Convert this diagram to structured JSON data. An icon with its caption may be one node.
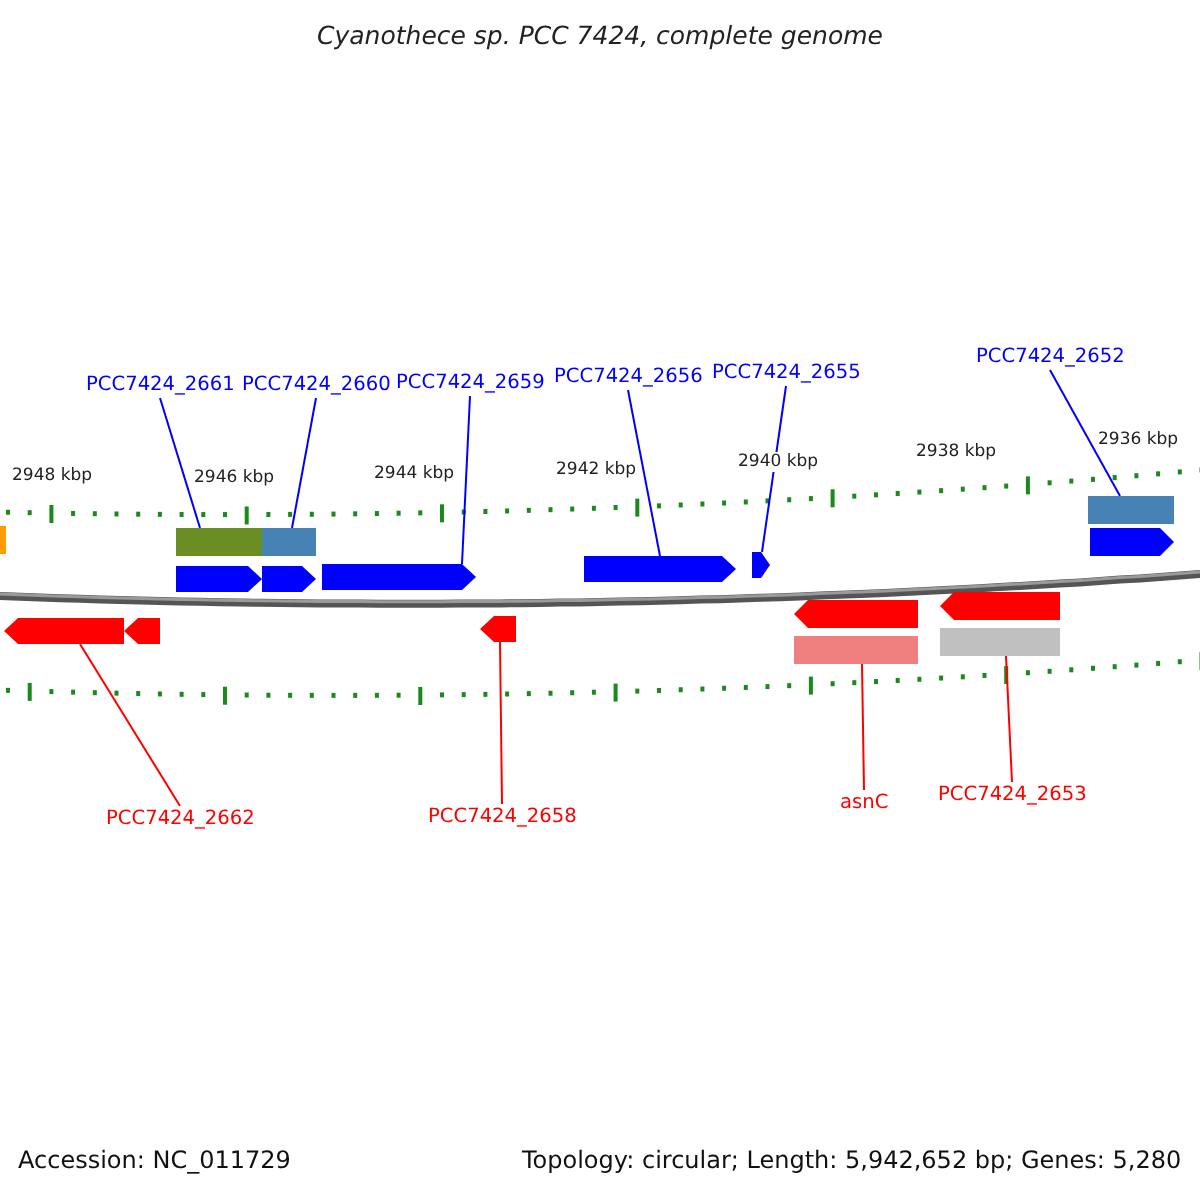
{
  "diagram": {
    "title": "Cyanothece sp. PCC 7424, complete genome",
    "nodes": [
      {
        "text": [
          "PCC7424_2661"
        ]
      },
      {
        "text": [
          "PCC7424_2660"
        ]
      },
      {
        "text": [
          "PCC7424_2659"
        ]
      },
      {
        "text": [
          "PCC7424_2656"
        ]
      },
      {
        "text": [
          "PCC7424_2655"
        ]
      },
      {
        "text": [
          "PCC7424_2652"
        ]
      },
      {
        "text": [],
        "shape": "bar"
      },
      {
        "text": [],
        "shape": "bar"
      },
      {
        "text": [],
        "shape": "bar"
      },
      {
        "text": [],
        "shape": "bar"
      },
      {
        "text": [],
        "shape": "arrow"
      },
      {
        "text": [],
        "shape": "arrow"
      },
      {
        "text": [],
        "shape": "arrow"
      },
      {
        "text": [],
        "shape": "arrow"
      },
      {
        "text": [],
        "shape": "arrow"
      },
      {
        "text": [],
        "shape": "arrow"
      },
      {
        "text": [],
        "shape": "arrow"
      },
      {
        "text": [],
        "shape": "arrow"
      },
      {
        "text": [],
        "shape": "arrow"
      },
      {
        "text": [],
        "shape": "arrow"
      },
      {
        "text": [],
        "shape": "arrow"
      },
      {
        "text": [],
        "shape": "bar"
      },
      {
        "text": [],
        "shape": "bar"
      },
      {
        "text": [
          "PCC7424_2662"
        ]
      },
      {
        "text": [
          "PCC7424_2658"
        ]
      },
      {
        "text": [
          "asnC"
        ]
      },
      {
        "text": [
          "PCC7424_2653"
        ]
      }
    ],
    "edges": [
      {
        "from": 0,
        "to": 7,
        "arrow": "none"
      },
      {
        "from": 1,
        "to": 8,
        "arrow": "none"
      },
      {
        "from": 2,
        "to": 12,
        "arrow": "none"
      },
      {
        "from": 3,
        "to": 13,
        "arrow": "none"
      },
      {
        "from": 4,
        "to": 14,
        "arrow": "none"
      },
      {
        "from": 5,
        "to": 9,
        "arrow": "none"
      },
      {
        "from": 23,
        "to": 16,
        "arrow": "none",
        "color": "#ff0000"
      },
      {
        "from": 24,
        "to": 18,
        "arrow": "none",
        "color": "#ff0000"
      },
      {
        "from": 25,
        "to": 21,
        "arrow": "none",
        "color": "#ff0000"
      },
      {
        "from": 26,
        "to": 22,
        "arrow": "none",
        "color": "#ff0000"
      }
    ],
    "labels": [
      "2948 kbp",
      "2946 kbp",
      "2944 kbp",
      "2942 kbp",
      "2940 kbp",
      "2938 kbp",
      "2936 kbp",
      "Accession: NC_011729",
      "Topology: circular; Length: 5,942,652 bp; Genes: 5,280"
    ]
  }
}
